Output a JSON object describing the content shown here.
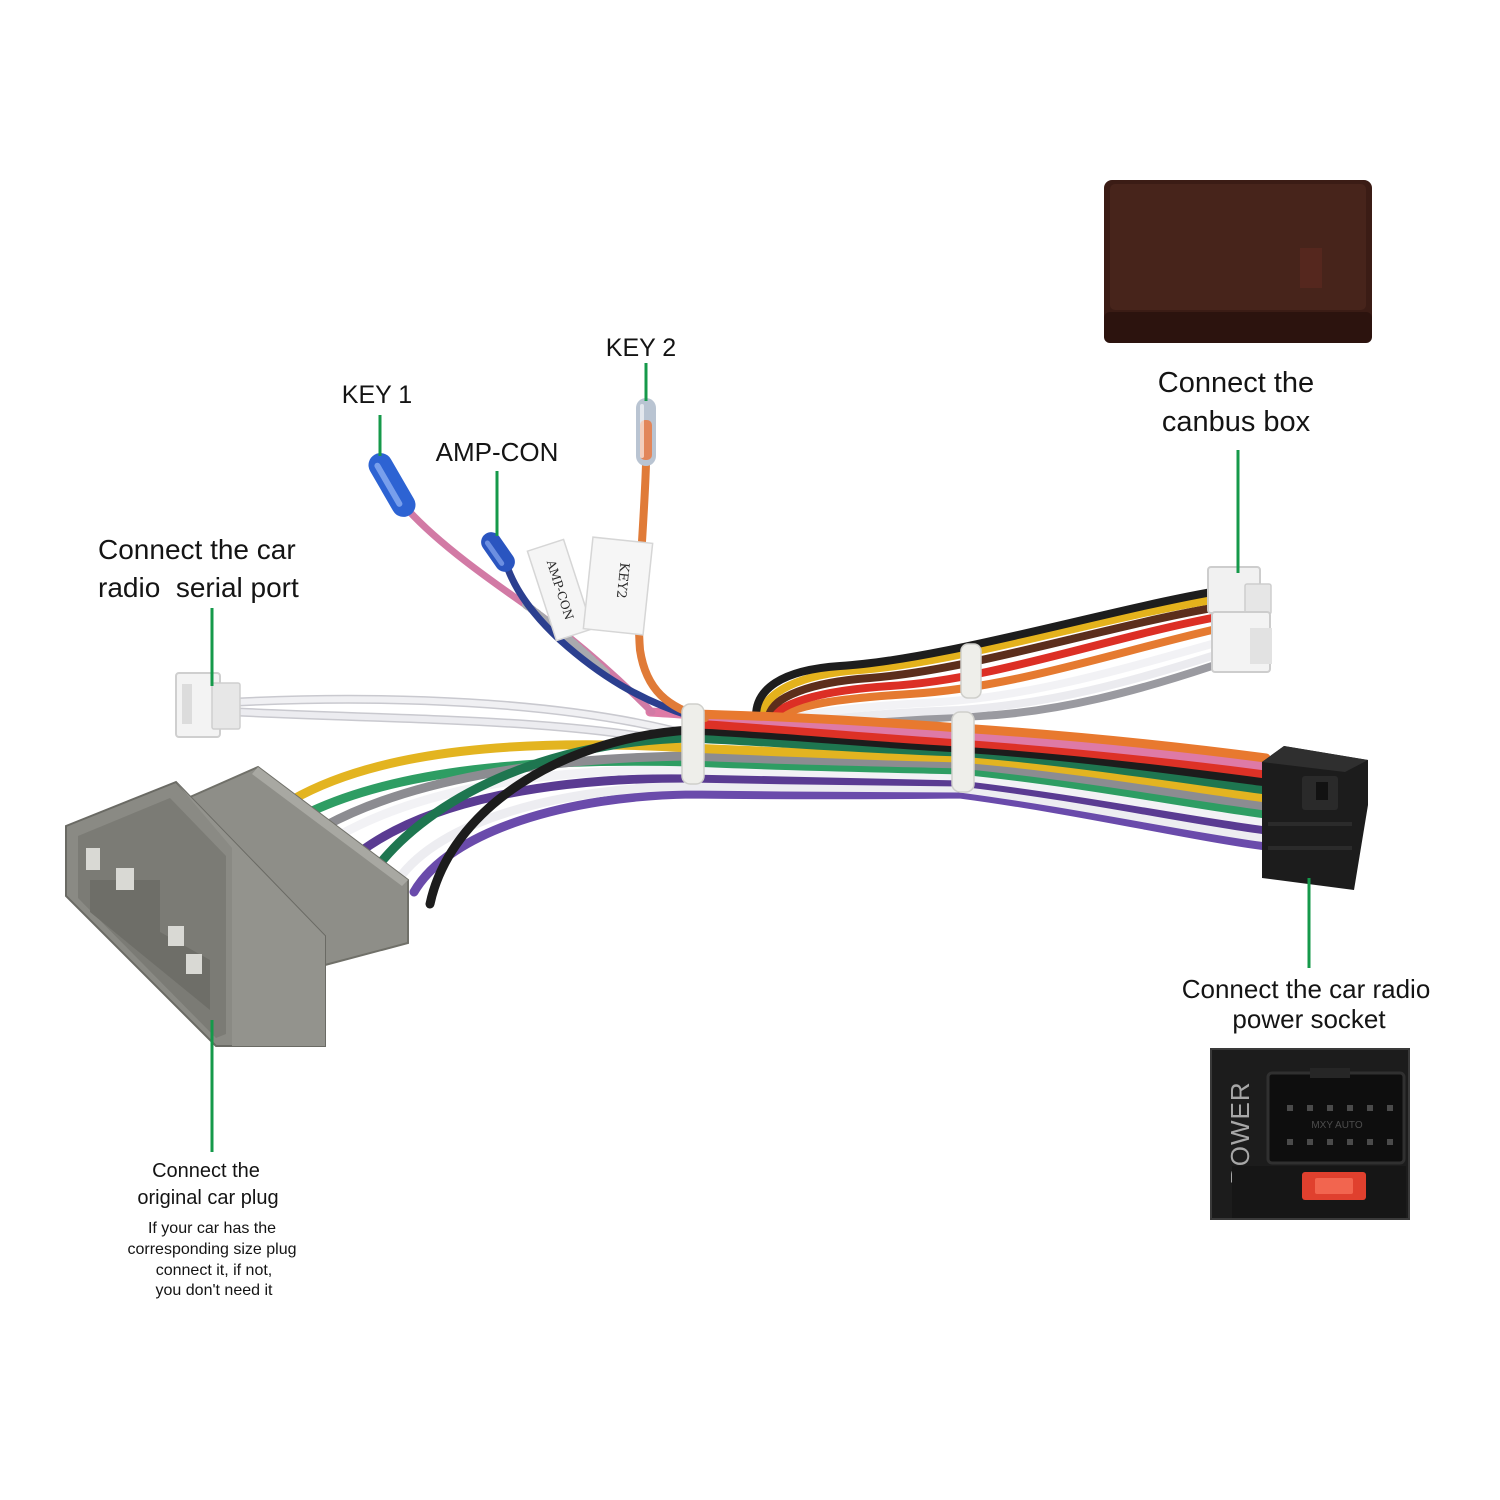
{
  "labels": {
    "key1": "KEY 1",
    "amp_con": "AMP-CON",
    "key2": "KEY 2",
    "serial_port": {
      "line1": "Connect the car",
      "line2": "radio  serial port"
    },
    "canbus_box": {
      "line1": "Connect the",
      "line2": "canbus box"
    },
    "power_socket": {
      "line1": "Connect the car radio",
      "line2": "power socket"
    },
    "original_plug": {
      "line1": "Connect the",
      "line2": "original car plug",
      "note": [
        "If your car has the",
        "corresponding size plug",
        "connect it, if not,",
        "you don't need it"
      ]
    }
  },
  "wire_tags": {
    "amp_con": "AMP-CON",
    "key2": "KEY2"
  },
  "power_socket_inset": {
    "panel_label": "POWER",
    "brand_print": "MXY AUTO"
  },
  "colors": {
    "leader_line": "#15994a",
    "fuse": "#e0402e",
    "canbus_box": "#3b1c15"
  }
}
